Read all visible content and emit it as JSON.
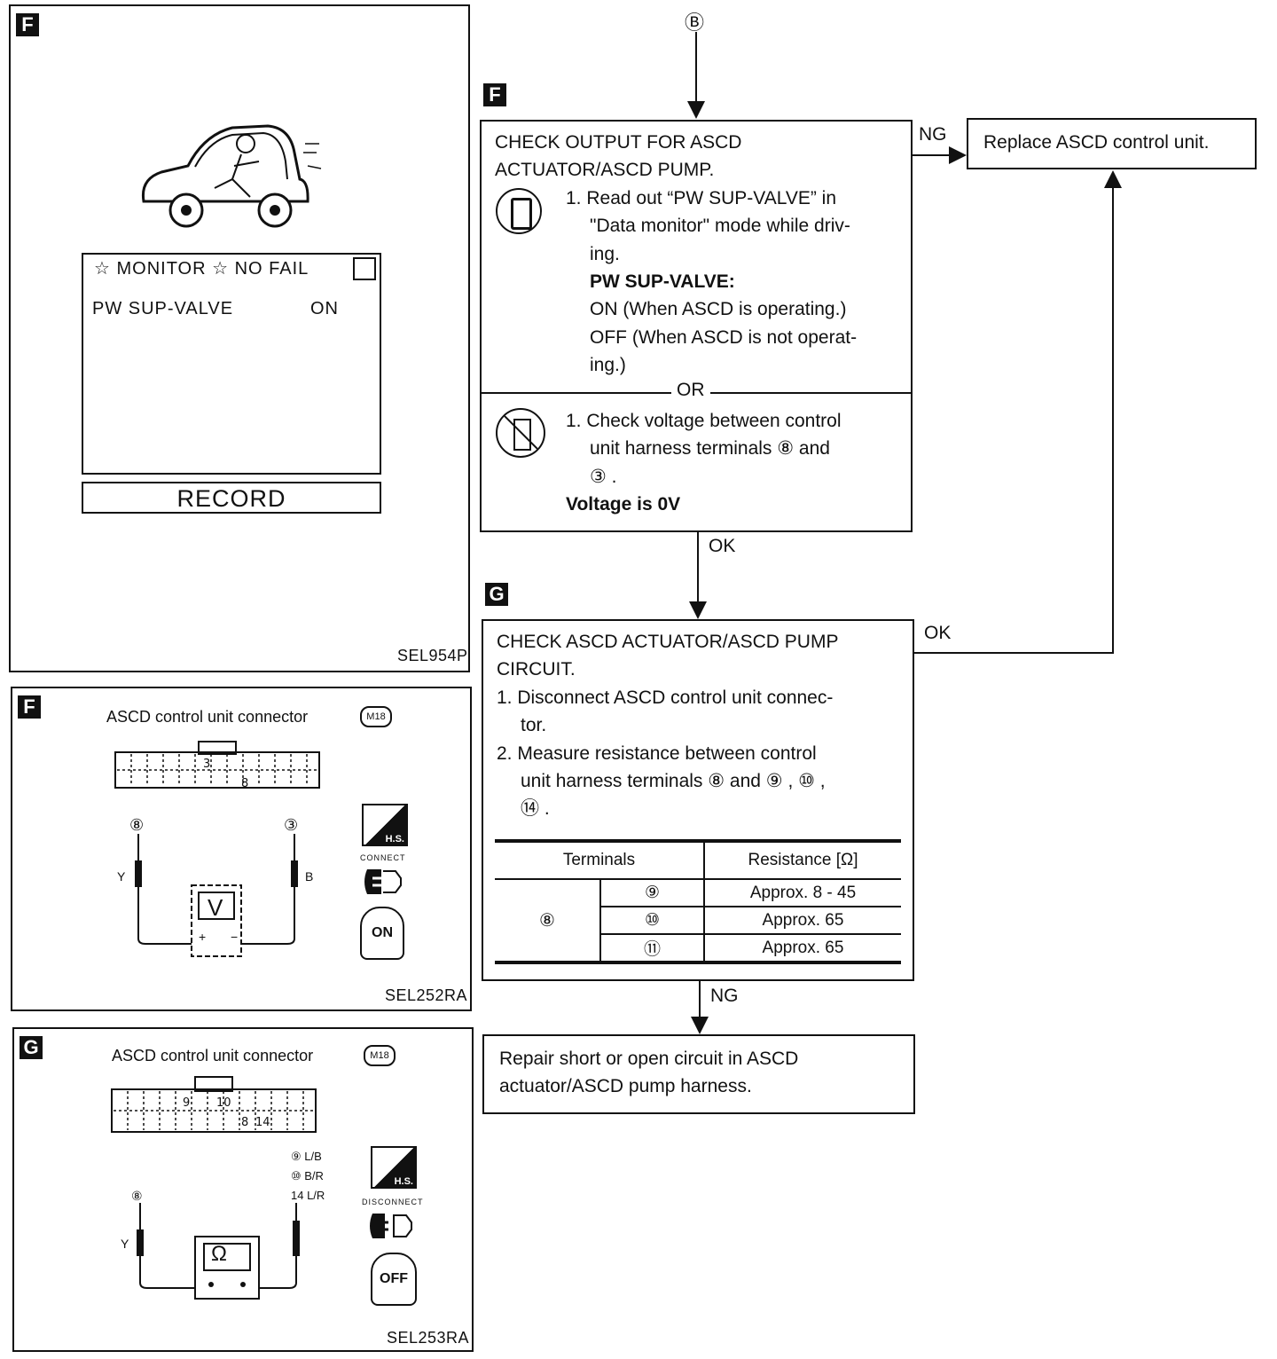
{
  "panel_monitor": {
    "tag": "F",
    "screen_line1": "☆ MONITOR   ☆ NO FAIL",
    "item_label": "PW SUP-VALVE",
    "item_value": "ON",
    "record_label": "RECORD",
    "code": "SEL954P"
  },
  "panel_connector_f": {
    "tag": "F",
    "title": "ASCD control unit connector",
    "connector_id": "M18",
    "pin_a": "3",
    "pin_b": "8",
    "probe_left": "⑧",
    "probe_right": "③",
    "wire_left": "Y",
    "wire_right": "B",
    "meter": "V",
    "plus": "+",
    "minus": "−",
    "icon_hs": "H.S.",
    "connect_label": "CONNECT",
    "key_label": "ON",
    "code": "SEL252RA"
  },
  "panel_connector_g": {
    "tag": "G",
    "title": "ASCD control unit connector",
    "connector_id": "M18",
    "pin_9": "9",
    "pin_10": "10",
    "pin_8": "8",
    "pin_14": "14",
    "probe_left": "⑧",
    "wire_left": "Y",
    "probe_r1": "⑨ L/B",
    "probe_r2": "⑩ B/R",
    "probe_r3": "14 L/R",
    "meter": "Ω",
    "icon_hs": "H.S.",
    "disconnect_label": "DISCONNECT",
    "key_label": "OFF",
    "code": "SEL253RA"
  },
  "flow": {
    "entry_marker": "Ⓑ",
    "tag_f": "F",
    "tag_g": "G",
    "step_f": {
      "title1": "CHECK OUTPUT FOR ASCD",
      "title2": "ACTUATOR/ASCD PUMP.",
      "c1": "1. Read out “PW SUP-VALVE” in",
      "c2": "\"Data monitor\" mode while driv-",
      "c3": "ing.",
      "c4": "PW SUP-VALVE:",
      "c5": "ON (When ASCD is operating.)",
      "c6": "OFF (When ASCD is not operat-",
      "c7": "ing.)",
      "or": "OR",
      "d1": "1. Check voltage between control",
      "d2": "unit harness terminals ⑧  and",
      "d3": "③ .",
      "d4": "Voltage is 0V"
    },
    "ng_label_1": "NG",
    "replace": "Replace ASCD control unit.",
    "ok_label_1": "OK",
    "step_g": {
      "title1": "CHECK ASCD ACTUATOR/ASCD PUMP",
      "title2": "CIRCUIT.",
      "s1a": "1. Disconnect ASCD control unit connec-",
      "s1b": "tor.",
      "s2a": "2. Measure resistance between control",
      "s2b": "unit harness terminals ⑧  and ⑨ , ⑩ ,",
      "s2c": "⑭ ."
    },
    "ok_label_2": "OK",
    "ng_label_2": "NG",
    "repair1": "Repair short or open circuit in ASCD",
    "repair2": "actuator/ASCD pump harness.",
    "table": {
      "col1": "Terminals",
      "col2": "Resistance [Ω]",
      "from": "⑧",
      "rows": [
        {
          "to": "⑨",
          "value": "Approx. 8 - 45"
        },
        {
          "to": "⑩",
          "value": "Approx. 65"
        },
        {
          "to": "⑪",
          "value": "Approx. 65"
        }
      ]
    }
  }
}
